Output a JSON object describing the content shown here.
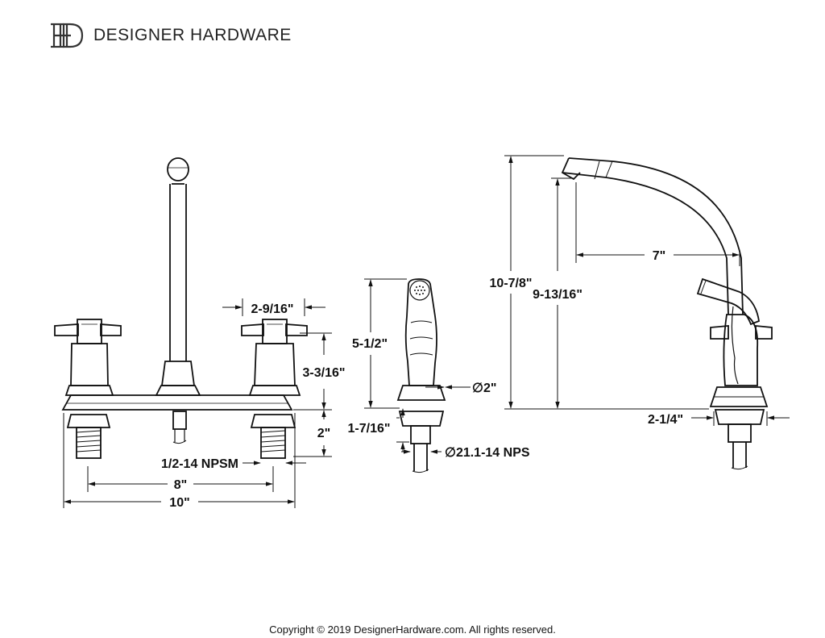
{
  "brand": {
    "name": "DESIGNER HARDWARE",
    "logo_icon": "dh-monogram-icon"
  },
  "dimensions": {
    "handle_spacing": "2-9/16\"",
    "handle_height": "3-3/16\"",
    "shank_length": "2\"",
    "thread": "1/2-14 NPSM",
    "center_spacing": "8\"",
    "overall_width": "10\"",
    "sprayer_height": "5-1/2\"",
    "sprayer_diameter": "∅2\"",
    "sprayer_shank": "1-7/16\"",
    "sprayer_thread": "∅21.1-14 NPS",
    "overall_height": "10-7/8\"",
    "spout_height": "9-13/16\"",
    "spout_reach": "7\"",
    "base_offset": "2-1/4\""
  },
  "footer": {
    "copyright": "Copyright © 2019 DesignerHardware.com. All rights reserved."
  },
  "colors": {
    "line": "#111111",
    "background": "#ffffff"
  }
}
